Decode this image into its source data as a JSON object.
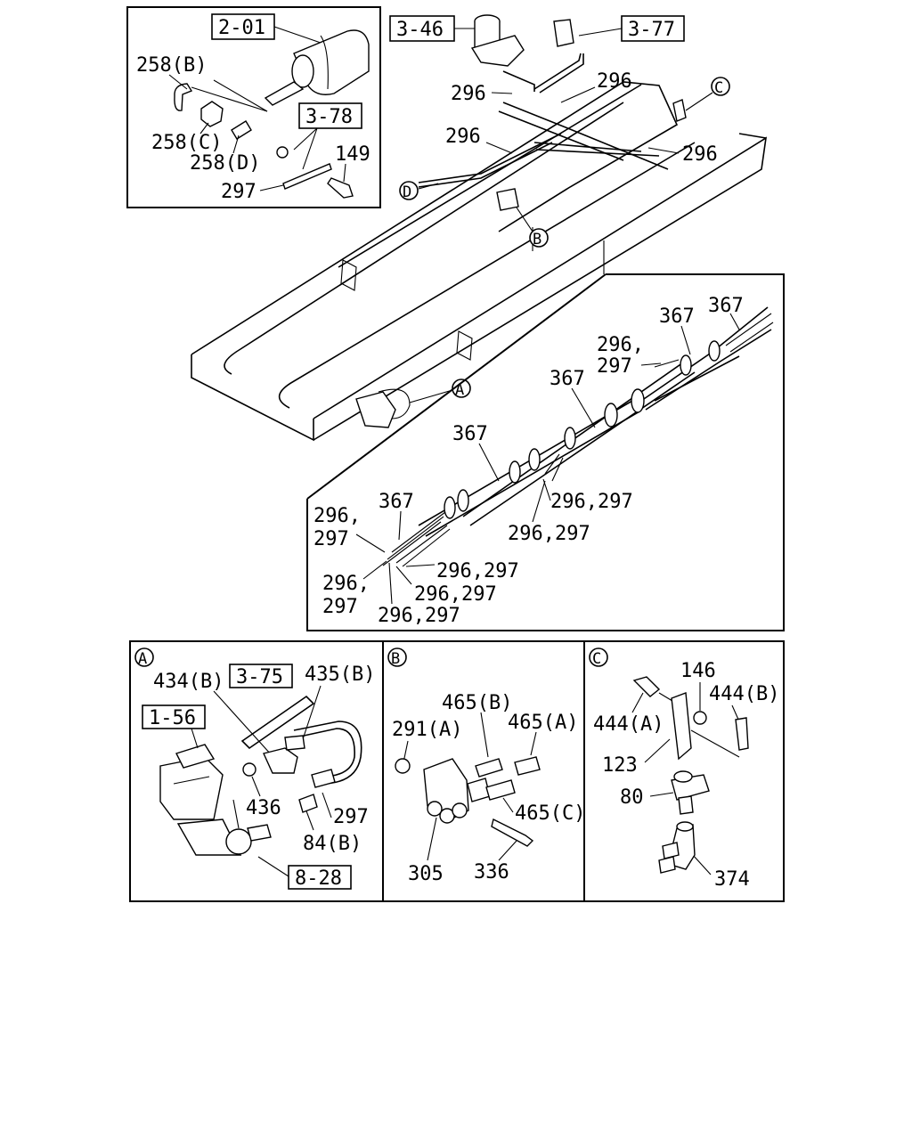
{
  "refs": {
    "r201": "2-01",
    "r346": "3-46",
    "r377": "3-77",
    "r378": "3-78",
    "r375": "3-75",
    "r156": "1-56",
    "r828": "8-28"
  },
  "top_inset": {
    "l258b": "258(B)",
    "l258c": "258(C)",
    "l258d": "258(D)",
    "l149": "149",
    "l297": "297"
  },
  "frame": {
    "p296_1": "296",
    "p296_2": "296",
    "p296_3": "296",
    "p296_4": "296",
    "circle_c": "C",
    "circle_d": "D",
    "circle_b": "B",
    "circle_a": "A"
  },
  "harness": {
    "h367_1": "367",
    "h367_2": "367",
    "h367_3": "367",
    "h367_4": "367",
    "h367_5": "367",
    "h296c": "296,",
    "h297c": "297",
    "h296297_1": "296,297",
    "h296297_2": "296,297",
    "h296_l": "296,",
    "h297_l": "297",
    "h296297_3": "296,297",
    "h296297_4": "296,297",
    "h296_l2": "296,",
    "h297_l2": "297",
    "h296297_5": "296,297"
  },
  "panel_a": {
    "tag": "A",
    "l434b": "434(B)",
    "l435b": "435(B)",
    "l436": "436",
    "l297": "297",
    "l84b": "84(B)"
  },
  "panel_b": {
    "tag": "B",
    "l465b": "465(B)",
    "l291a": "291(A)",
    "l465a": "465(A)",
    "l465c": "465(C)",
    "l305": "305",
    "l336": "336"
  },
  "panel_c": {
    "tag": "C",
    "l146": "146",
    "l444a": "444(A)",
    "l444b": "444(B)",
    "l123": "123",
    "l80": "80",
    "l374": "374"
  }
}
